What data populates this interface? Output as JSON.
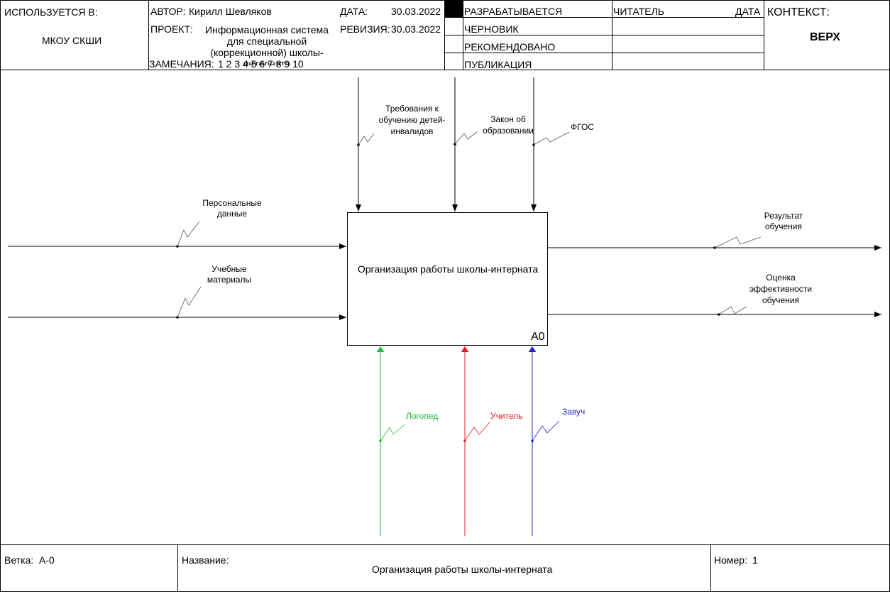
{
  "header": {
    "used_in_label": "ИСПОЛЬЗУЕТСЯ В:",
    "used_in_value": "МКОУ СКШИ",
    "author_label": "АВТОР:",
    "author_value": "Кирилл Шевляков",
    "date_label": "ДАТА:",
    "date_value": "30.03.2022",
    "project_label": "ПРОЕКТ:",
    "project_value": "Информационная система для специальной (коррекционной) школы-интерната",
    "revision_label": "РЕВИЗИЯ:",
    "revision_value": "30.03.2022",
    "notes_label": "ЗАМЕЧАНИЯ:",
    "notes_value": "1 2 3 4 5 6 7 8 9 10",
    "status_items": [
      "РАЗРАБАТЫВАЕТСЯ",
      "ЧЕРНОВИК",
      "РЕКОМЕНДОВАНО",
      "ПУБЛИКАЦИЯ"
    ],
    "reader_label": "ЧИТАТЕЛЬ",
    "reader_date_label": "ДАТА",
    "context_label": "КОНТЕКСТ:",
    "context_value": "ВЕРХ"
  },
  "diagram": {
    "activity_title": "Организация работы школы-интерната",
    "activity_code": "A0",
    "controls": [
      "Требования к обучению детей-инвалидов",
      "Закон об образовании",
      "ФГОС"
    ],
    "inputs": [
      "Персональные данные",
      "Учебные материалы"
    ],
    "outputs": [
      "Результат обучения",
      "Оценка эффективности обучения"
    ],
    "mechanisms": [
      {
        "label": "Логопед",
        "color": "#22bb44"
      },
      {
        "label": "Учитель",
        "color": "#dd2222"
      },
      {
        "label": "Завуч",
        "color": "#2222cc"
      }
    ]
  },
  "footer": {
    "node_label": "Ветка:",
    "node_value": "A-0",
    "title_label": "Название:",
    "title_value": "Организация работы школы-интерната",
    "number_label": "Номер:",
    "number_value": "1"
  }
}
